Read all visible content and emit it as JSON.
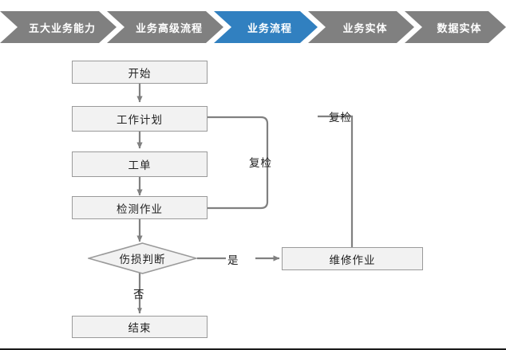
{
  "breadcrumb": {
    "items": [
      {
        "label": "五大业务能力",
        "active": false
      },
      {
        "label": "业务高级流程",
        "active": false
      },
      {
        "label": "业务流程",
        "active": true
      },
      {
        "label": "业务实体",
        "active": false
      },
      {
        "label": "数据实体",
        "active": false
      }
    ],
    "active_color": "#3180c0",
    "inactive_color": "#808080",
    "text_color": "#ffffff"
  },
  "flowchart": {
    "node_fill": "#f2f2f2",
    "node_border": "#9a9a9a",
    "connector_color": "#808080",
    "text_color": "#222222",
    "nodes": [
      {
        "id": "start",
        "label": "开始",
        "shape": "rect"
      },
      {
        "id": "workplan",
        "label": "工作计划",
        "shape": "rect"
      },
      {
        "id": "workorder",
        "label": "工单",
        "shape": "rect"
      },
      {
        "id": "inspect",
        "label": "检测作业",
        "shape": "rect"
      },
      {
        "id": "decision",
        "label": "伤损判断",
        "shape": "diamond"
      },
      {
        "id": "repair",
        "label": "维修作业",
        "shape": "rect"
      },
      {
        "id": "end",
        "label": "结束",
        "shape": "rect"
      }
    ],
    "edge_labels": {
      "recheck_inner": "复检",
      "recheck_outer": "复检",
      "yes": "是",
      "no": "否"
    }
  }
}
